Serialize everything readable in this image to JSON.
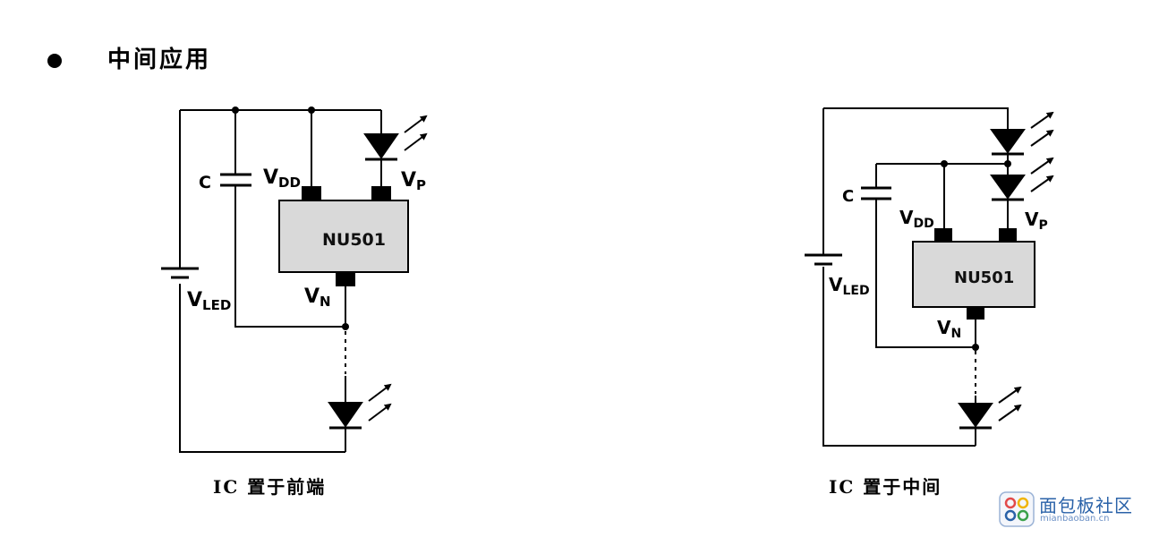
{
  "heading": "中间应用",
  "left": {
    "caption": "IC 置于前端",
    "chip": "NU501",
    "cap_label": "C",
    "vdd": {
      "main": "V",
      "sub": "DD"
    },
    "vp": {
      "main": "V",
      "sub": "P"
    },
    "vn": {
      "main": "V",
      "sub": "N"
    },
    "vled": {
      "main": "V",
      "sub": "LED"
    }
  },
  "right": {
    "caption": "IC 置于中间",
    "chip": "NU501",
    "cap_label": "C",
    "vdd": {
      "main": "V",
      "sub": "DD"
    },
    "vp": {
      "main": "V",
      "sub": "P"
    },
    "vn": {
      "main": "V",
      "sub": "N"
    },
    "vled": {
      "main": "V",
      "sub": "LED"
    }
  },
  "watermark": {
    "text": "面包板社区",
    "sub": "mianbaoban.cn"
  }
}
